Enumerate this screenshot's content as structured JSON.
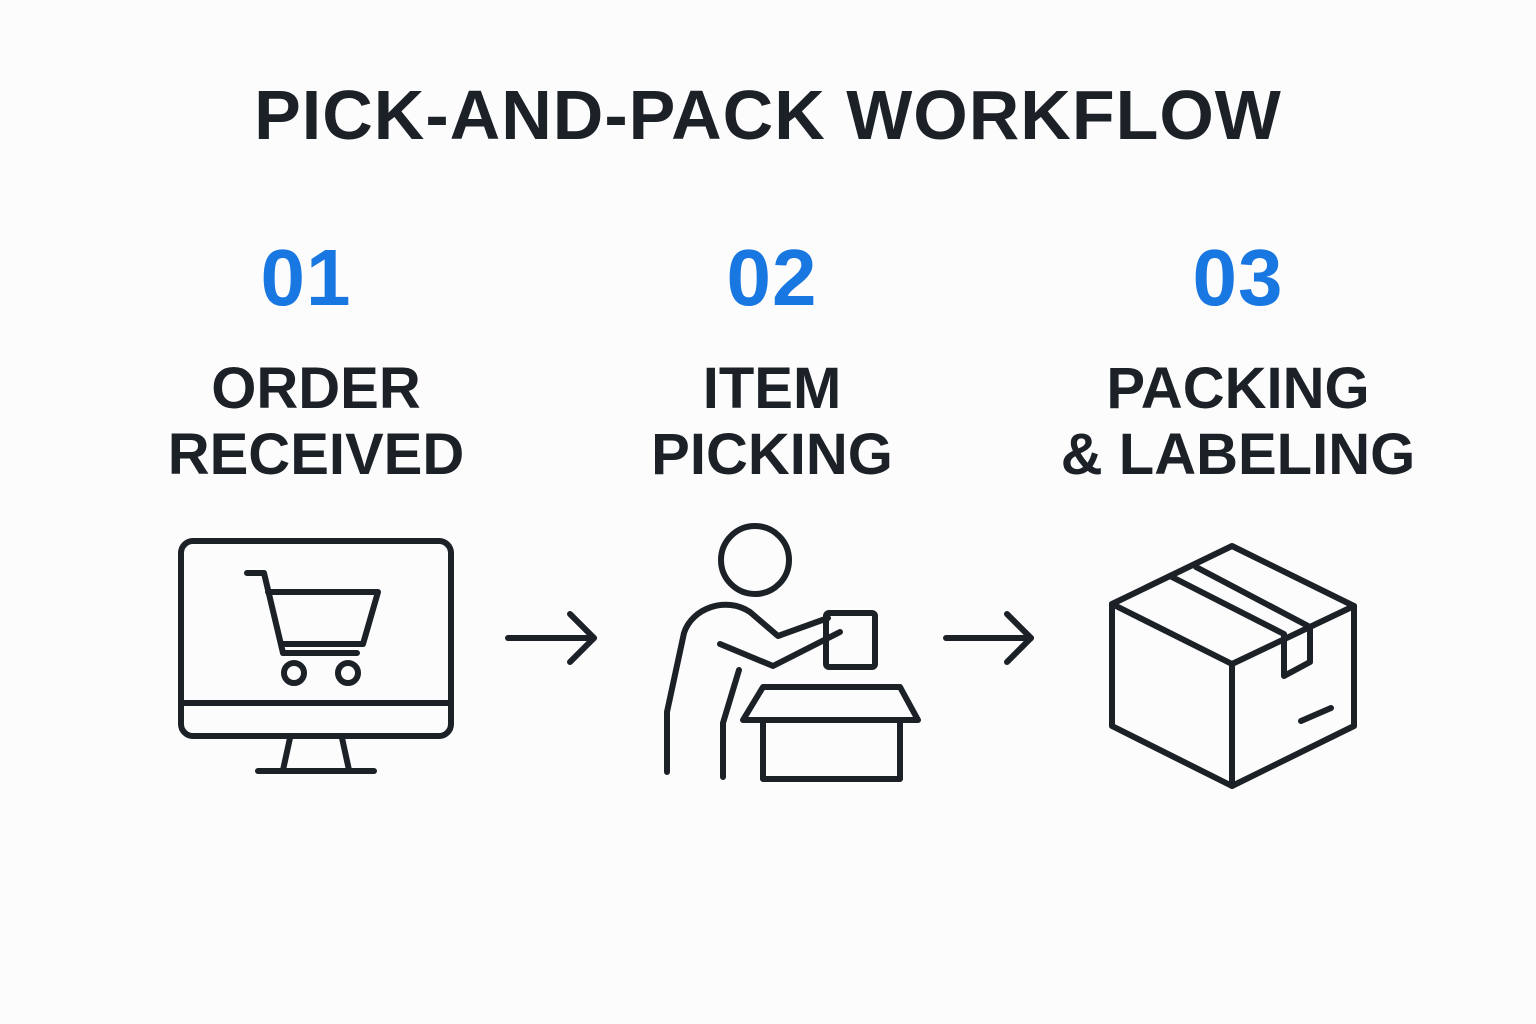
{
  "title": "PICK-AND-PACK WORKFLOW",
  "colors": {
    "accent": "#1877e0",
    "text": "#1c2127",
    "background": "#fcfcfc"
  },
  "steps": [
    {
      "number": "01",
      "label_lines": [
        "ORDER",
        "RECEIVED"
      ],
      "icon": "monitor-cart-icon"
    },
    {
      "number": "02",
      "label_lines": [
        "ITEM",
        "PICKING"
      ],
      "icon": "person-picking-box-icon"
    },
    {
      "number": "03",
      "label_lines": [
        "PACKING",
        "& LABELING"
      ],
      "icon": "sealed-box-icon"
    }
  ],
  "connectors": [
    "arrow-right-icon",
    "arrow-right-icon"
  ]
}
